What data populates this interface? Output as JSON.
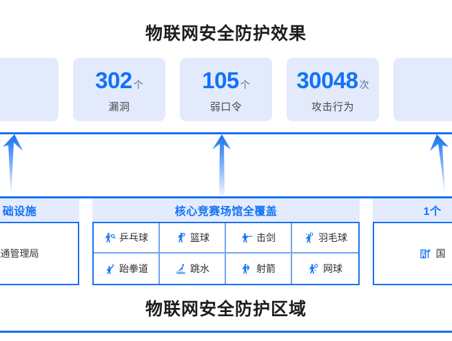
{
  "top_title": "物联网安全防护效果",
  "bottom_caption": "物联网安全防护区域",
  "colors": {
    "accent_blue": "#1272f5",
    "rule_blue": "#1670f0",
    "card_bg": "#e2eafc",
    "header_bg": "#e3ebfd",
    "grid_border": "#6fa3f3"
  },
  "stats": {
    "cards": [
      {
        "number": "",
        "unit": "",
        "label": "",
        "partial": true
      },
      {
        "number": "302",
        "unit": "个",
        "label": "漏洞",
        "partial": false
      },
      {
        "number": "105",
        "unit": "个",
        "label": "弱口令",
        "partial": false
      },
      {
        "number": "30048",
        "unit": "次",
        "label": "攻击行为",
        "partial": false
      },
      {
        "number": "",
        "unit": "",
        "label": "",
        "partial": true
      }
    ]
  },
  "arrows": {
    "count": 3,
    "direction": "up",
    "icon": "arrow-up-icon"
  },
  "panels": [
    {
      "id": "infrastructure",
      "header": "础设施",
      "entries": [
        {
          "label": "通管理局",
          "icon": ""
        }
      ]
    },
    {
      "id": "venues",
      "header": "核心竞赛场馆全覆盖",
      "entries": [
        {
          "label": "乒乓球",
          "icon": "table-tennis-icon"
        },
        {
          "label": "篮球",
          "icon": "basketball-icon"
        },
        {
          "label": "击剑",
          "icon": "fencing-icon"
        },
        {
          "label": "羽毛球",
          "icon": "badminton-icon"
        },
        {
          "label": "跆拳道",
          "icon": "taekwondo-icon"
        },
        {
          "label": "跳水",
          "icon": "diving-icon"
        },
        {
          "label": "射箭",
          "icon": "archery-icon"
        },
        {
          "label": "网球",
          "icon": "tennis-icon"
        }
      ]
    },
    {
      "id": "hotel",
      "header": "1个",
      "entries": [
        {
          "label": "国",
          "icon": "hotel-icon"
        }
      ]
    }
  ]
}
